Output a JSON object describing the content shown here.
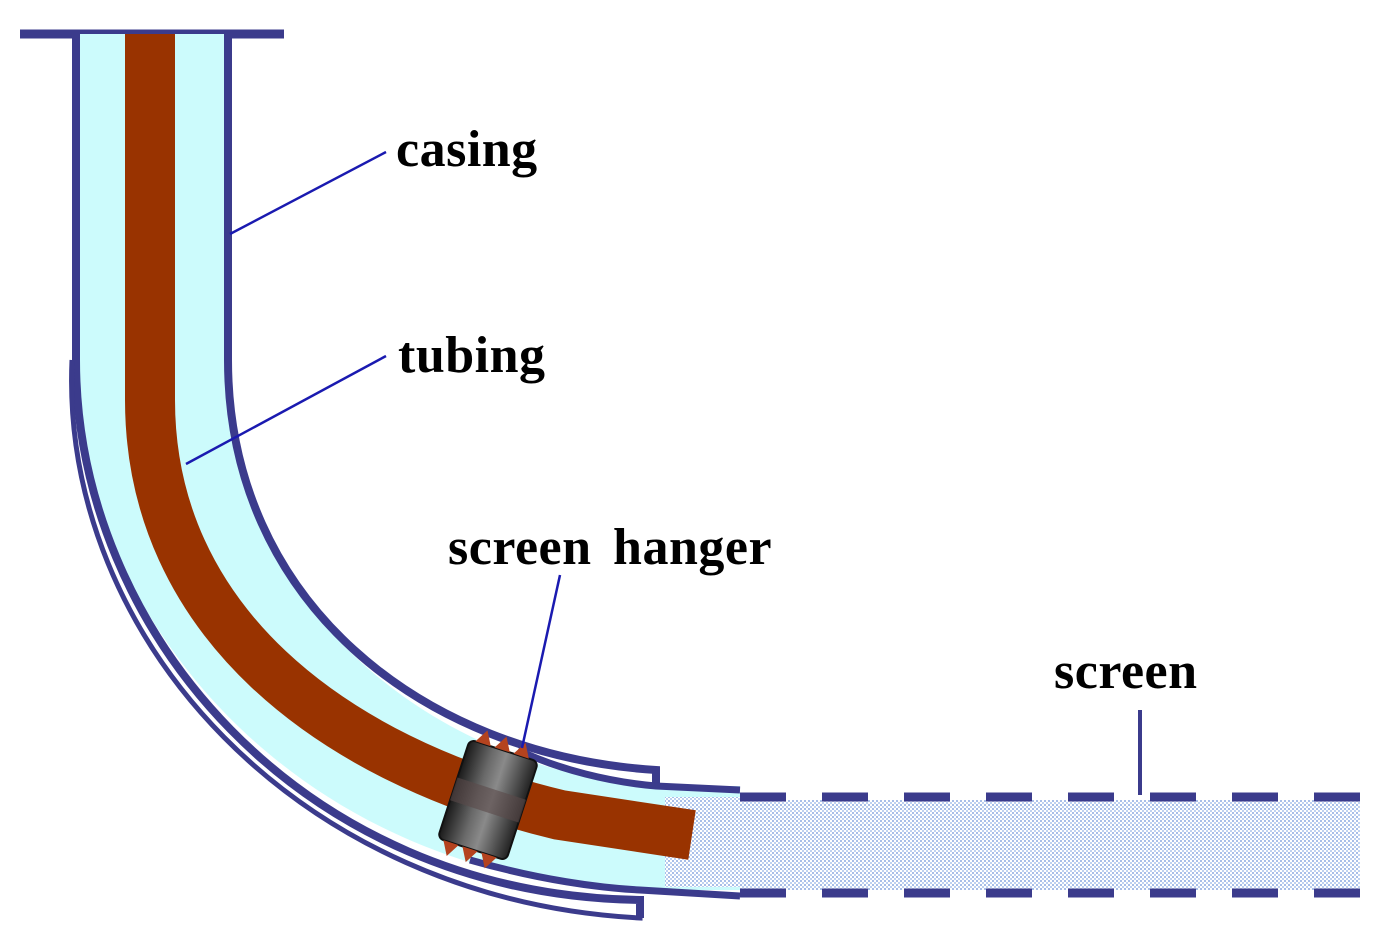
{
  "labels": {
    "casing": "casing",
    "tubing": "tubing",
    "screen_hanger": "screen hanger",
    "screen": "screen"
  },
  "colors": {
    "casing_wall": "#3b3b8c",
    "annulus_fluid": "#ccfbfc",
    "tubing": "#993300",
    "leader_line": "#1a1ab0",
    "screen_dots": "#6a8fd8",
    "hanger_body": "#3a3a3a",
    "hanger_slips": "#b4431f"
  },
  "icons": {
    "hanger": "screen-hanger-icon"
  }
}
